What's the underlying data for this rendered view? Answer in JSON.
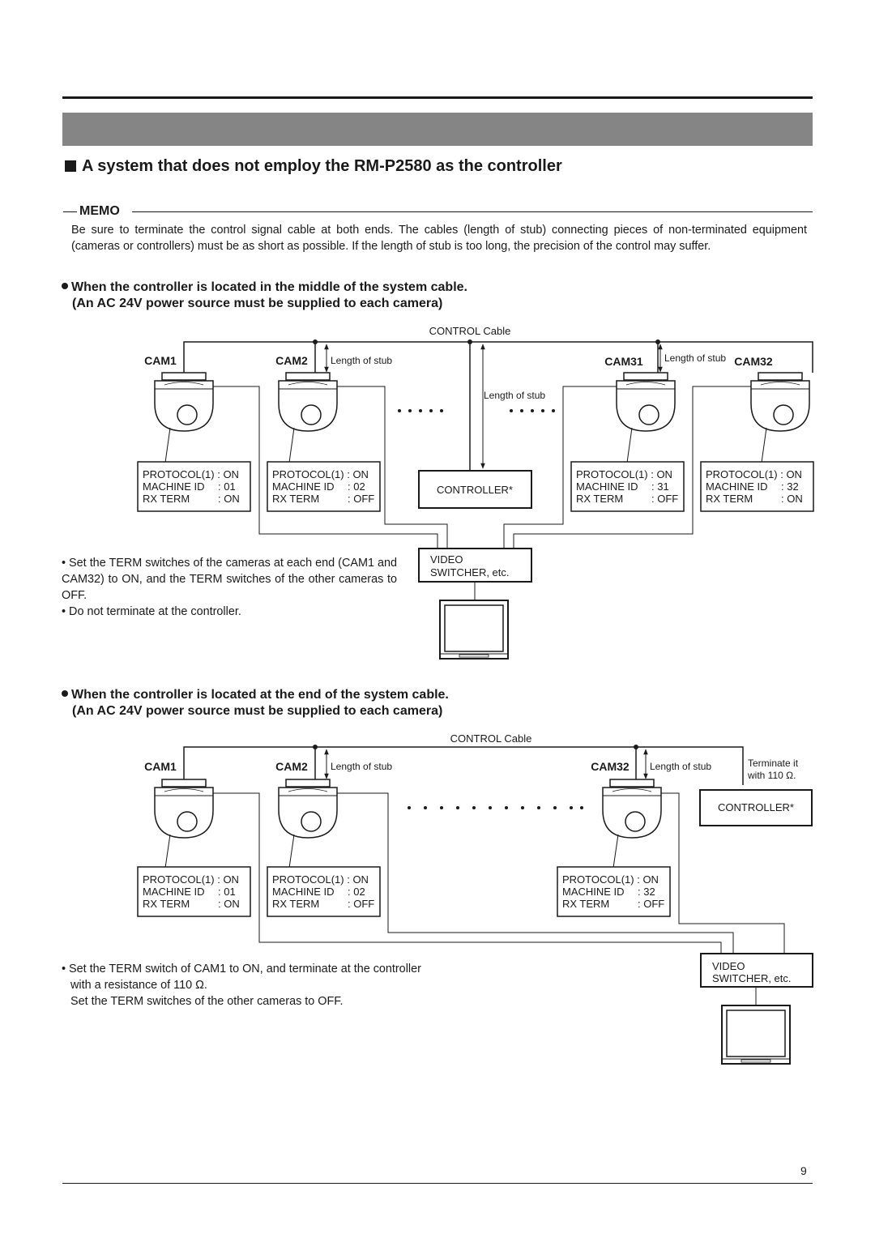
{
  "section_title": "A system that does not employ the RM-P2580 as the controller",
  "memo": {
    "label": "MEMO",
    "text": "Be sure to terminate the control signal cable at both ends. The cables (length of stub) connecting pieces of non-terminated equipment (cameras or controllers) must be as short as possible. If the length of stub is too long, the precision of the control may suffer."
  },
  "case1": {
    "heading_line1": "When the controller is located in the middle of the system cable.",
    "heading_line2": "(An AC 24V power source must be supplied to each camera)",
    "diagram": {
      "cable_label": "CONTROL Cable",
      "stub_label": "Length of stub",
      "cameras": [
        {
          "name": "CAM1",
          "protocol": "PROTOCOL(1) : ON",
          "machine_key": "MACHINE ID",
          "machine_val": ": 01",
          "rx_key": "RX TERM",
          "rx_val": ": ON"
        },
        {
          "name": "CAM2",
          "protocol": "PROTOCOL(1) : ON",
          "machine_key": "MACHINE ID",
          "machine_val": ": 02",
          "rx_key": "RX TERM",
          "rx_val": ": OFF"
        },
        {
          "name": "CAM31",
          "protocol": "PROTOCOL(1) : ON",
          "machine_key": "MACHINE ID",
          "machine_val": ": 31",
          "rx_key": "RX TERM",
          "rx_val": ": OFF"
        },
        {
          "name": "CAM32",
          "protocol": "PROTOCOL(1) : ON",
          "machine_key": "MACHINE ID",
          "machine_val": ": 32",
          "rx_key": "RX TERM",
          "rx_val": ": ON"
        }
      ],
      "controller_label": "CONTROLLER*",
      "switcher_line1": "VIDEO",
      "switcher_line2": "SWITCHER, etc."
    },
    "notes": [
      "Set the TERM switches of the cameras at each end (CAM1 and CAM32) to ON, and the TERM switches of the other cameras to OFF.",
      "Do not terminate at the controller."
    ]
  },
  "case2": {
    "heading_line1": "When the controller is located at the end of the system cable.",
    "heading_line2": "(An AC 24V power source must be supplied to each camera)",
    "diagram": {
      "cable_label": "CONTROL Cable",
      "stub_label": "Length of stub",
      "terminate_line1": "Terminate it",
      "terminate_line2": "with 110 Ω.",
      "cameras": [
        {
          "name": "CAM1",
          "protocol": "PROTOCOL(1) : ON",
          "machine_key": "MACHINE ID",
          "machine_val": ": 01",
          "rx_key": "RX TERM",
          "rx_val": ": ON"
        },
        {
          "name": "CAM2",
          "protocol": "PROTOCOL(1) : ON",
          "machine_key": "MACHINE ID",
          "machine_val": ": 02",
          "rx_key": "RX TERM",
          "rx_val": ": OFF"
        },
        {
          "name": "CAM32",
          "protocol": "PROTOCOL(1) : ON",
          "machine_key": "MACHINE ID",
          "machine_val": ": 32",
          "rx_key": "RX TERM",
          "rx_val": ": OFF"
        }
      ],
      "controller_label": "CONTROLLER*",
      "switcher_line1": "VIDEO",
      "switcher_line2": "SWITCHER, etc."
    },
    "note_line1": "Set the TERM switch of CAM1 to ON, and terminate at the controller",
    "note_line2": "with a resistance of 110 Ω.",
    "note_line3": "Set the TERM switches of the other cameras to OFF."
  },
  "page_number": "9"
}
